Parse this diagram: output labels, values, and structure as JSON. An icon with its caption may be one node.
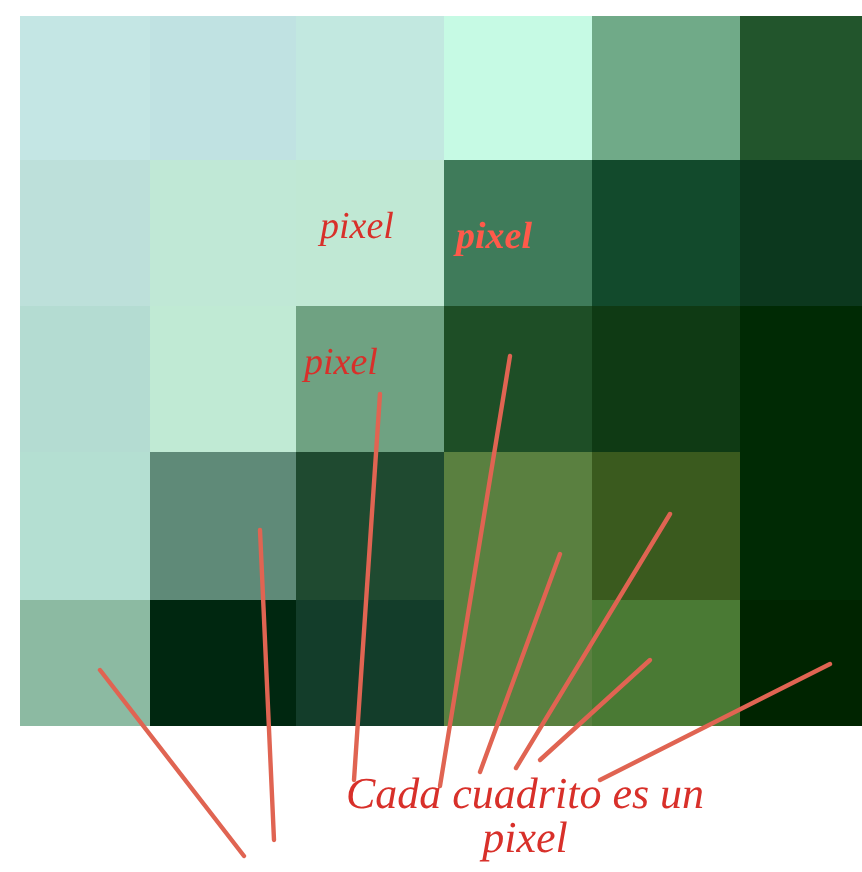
{
  "diagram": {
    "nodes": [
      {
        "text": [],
        "shape": "box"
      },
      {
        "text": [],
        "shape": "box"
      },
      {
        "text": [],
        "shape": "box"
      },
      {
        "text": [],
        "shape": "box"
      },
      {
        "text": [],
        "shape": "box"
      },
      {
        "text": [],
        "shape": "box"
      },
      {
        "text": [],
        "shape": "box"
      },
      {
        "text": [],
        "shape": "box"
      },
      {
        "text": [
          "pixel"
        ]
      },
      {
        "text": [
          "pixel"
        ]
      },
      {
        "text": [],
        "shape": "box"
      },
      {
        "text": [],
        "shape": "box"
      },
      {
        "text": [],
        "shape": "box"
      },
      {
        "text": [],
        "shape": "box"
      },
      {
        "text": [
          "pixel"
        ]
      },
      {
        "text": [],
        "shape": "box"
      },
      {
        "text": [],
        "shape": "box"
      },
      {
        "text": [],
        "shape": "box"
      },
      {
        "text": [],
        "shape": "box"
      },
      {
        "text": [],
        "shape": "box"
      },
      {
        "text": [],
        "shape": "box"
      },
      {
        "text": [],
        "shape": "box"
      },
      {
        "text": [],
        "shape": "box"
      },
      {
        "text": [],
        "shape": "box"
      },
      {
        "text": [],
        "shape": "box"
      },
      {
        "text": [],
        "shape": "box"
      },
      {
        "text": [],
        "shape": "box"
      },
      {
        "text": [],
        "shape": "box"
      },
      {
        "text": [],
        "shape": "box"
      },
      {
        "text": [],
        "shape": "box"
      },
      {
        "text": [
          "Cada cuadrito es un pixel"
        ]
      }
    ],
    "edges": [
      {
        "from": 30,
        "to": 24,
        "arrow": "none"
      },
      {
        "from": 30,
        "to": 19,
        "arrow": "none"
      },
      {
        "from": 30,
        "to": 14,
        "arrow": "none"
      },
      {
        "from": 30,
        "to": 15,
        "arrow": "none"
      },
      {
        "from": 30,
        "to": 21,
        "arrow": "none"
      },
      {
        "from": 30,
        "to": 22,
        "arrow": "none"
      },
      {
        "from": 30,
        "to": 28,
        "arrow": "none"
      },
      {
        "from": 30,
        "to": 29,
        "arrow": "none"
      }
    ]
  }
}
